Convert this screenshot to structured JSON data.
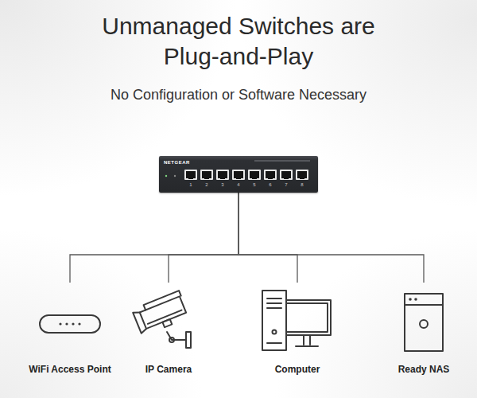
{
  "diagram": {
    "title": "Unmanaged Switches are Plug-and-Play",
    "nodes": [
      {
        "text": [
          "NETGEAR"
        ]
      },
      {
        "text": [
          "WiFi Access Point"
        ]
      },
      {
        "text": [
          "IP Camera"
        ]
      },
      {
        "text": [
          "Computer"
        ]
      },
      {
        "text": [
          "Ready NAS"
        ]
      }
    ],
    "edges": [
      {
        "from": 0,
        "to": 1,
        "arrow": "none"
      },
      {
        "from": 0,
        "to": 2,
        "arrow": "none"
      },
      {
        "from": 0,
        "to": 3,
        "arrow": "none"
      },
      {
        "from": 0,
        "to": 4,
        "arrow": "none"
      }
    ],
    "labels": [
      "No Configuration or Software Necessary",
      "1",
      "2",
      "3",
      "4",
      "5",
      "6",
      "7",
      "8"
    ]
  }
}
